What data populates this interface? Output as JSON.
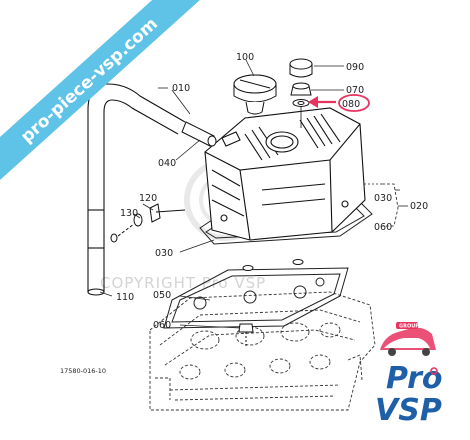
{
  "banner": {
    "text": "pro-piece-vsp.com",
    "color": "#5ec3e6"
  },
  "watermark": {
    "text": "COPYRIGHT Pro VSP"
  },
  "drawing_ref": "17580-016-10",
  "highlight": {
    "part": "080",
    "color": "#e8335f"
  },
  "parts": [
    {
      "id": "p100",
      "label": "100"
    },
    {
      "id": "p090",
      "label": "090"
    },
    {
      "id": "p070",
      "label": "070"
    },
    {
      "id": "p080",
      "label": "080"
    },
    {
      "id": "p010",
      "label": "010"
    },
    {
      "id": "p040",
      "label": "040"
    },
    {
      "id": "p120",
      "label": "120"
    },
    {
      "id": "p130",
      "label": "130"
    },
    {
      "id": "p030a",
      "label": "030"
    },
    {
      "id": "p030b",
      "label": "030"
    },
    {
      "id": "p020",
      "label": "020"
    },
    {
      "id": "p060a",
      "label": "060"
    },
    {
      "id": "p060b",
      "label": "060"
    },
    {
      "id": "p050",
      "label": "050"
    },
    {
      "id": "p110",
      "label": "110"
    }
  ],
  "logo": {
    "line1": "Pro",
    "line2": "VSP",
    "badge": "GROUP",
    "color": "#1e5fa8",
    "accent": "#e8335f"
  }
}
